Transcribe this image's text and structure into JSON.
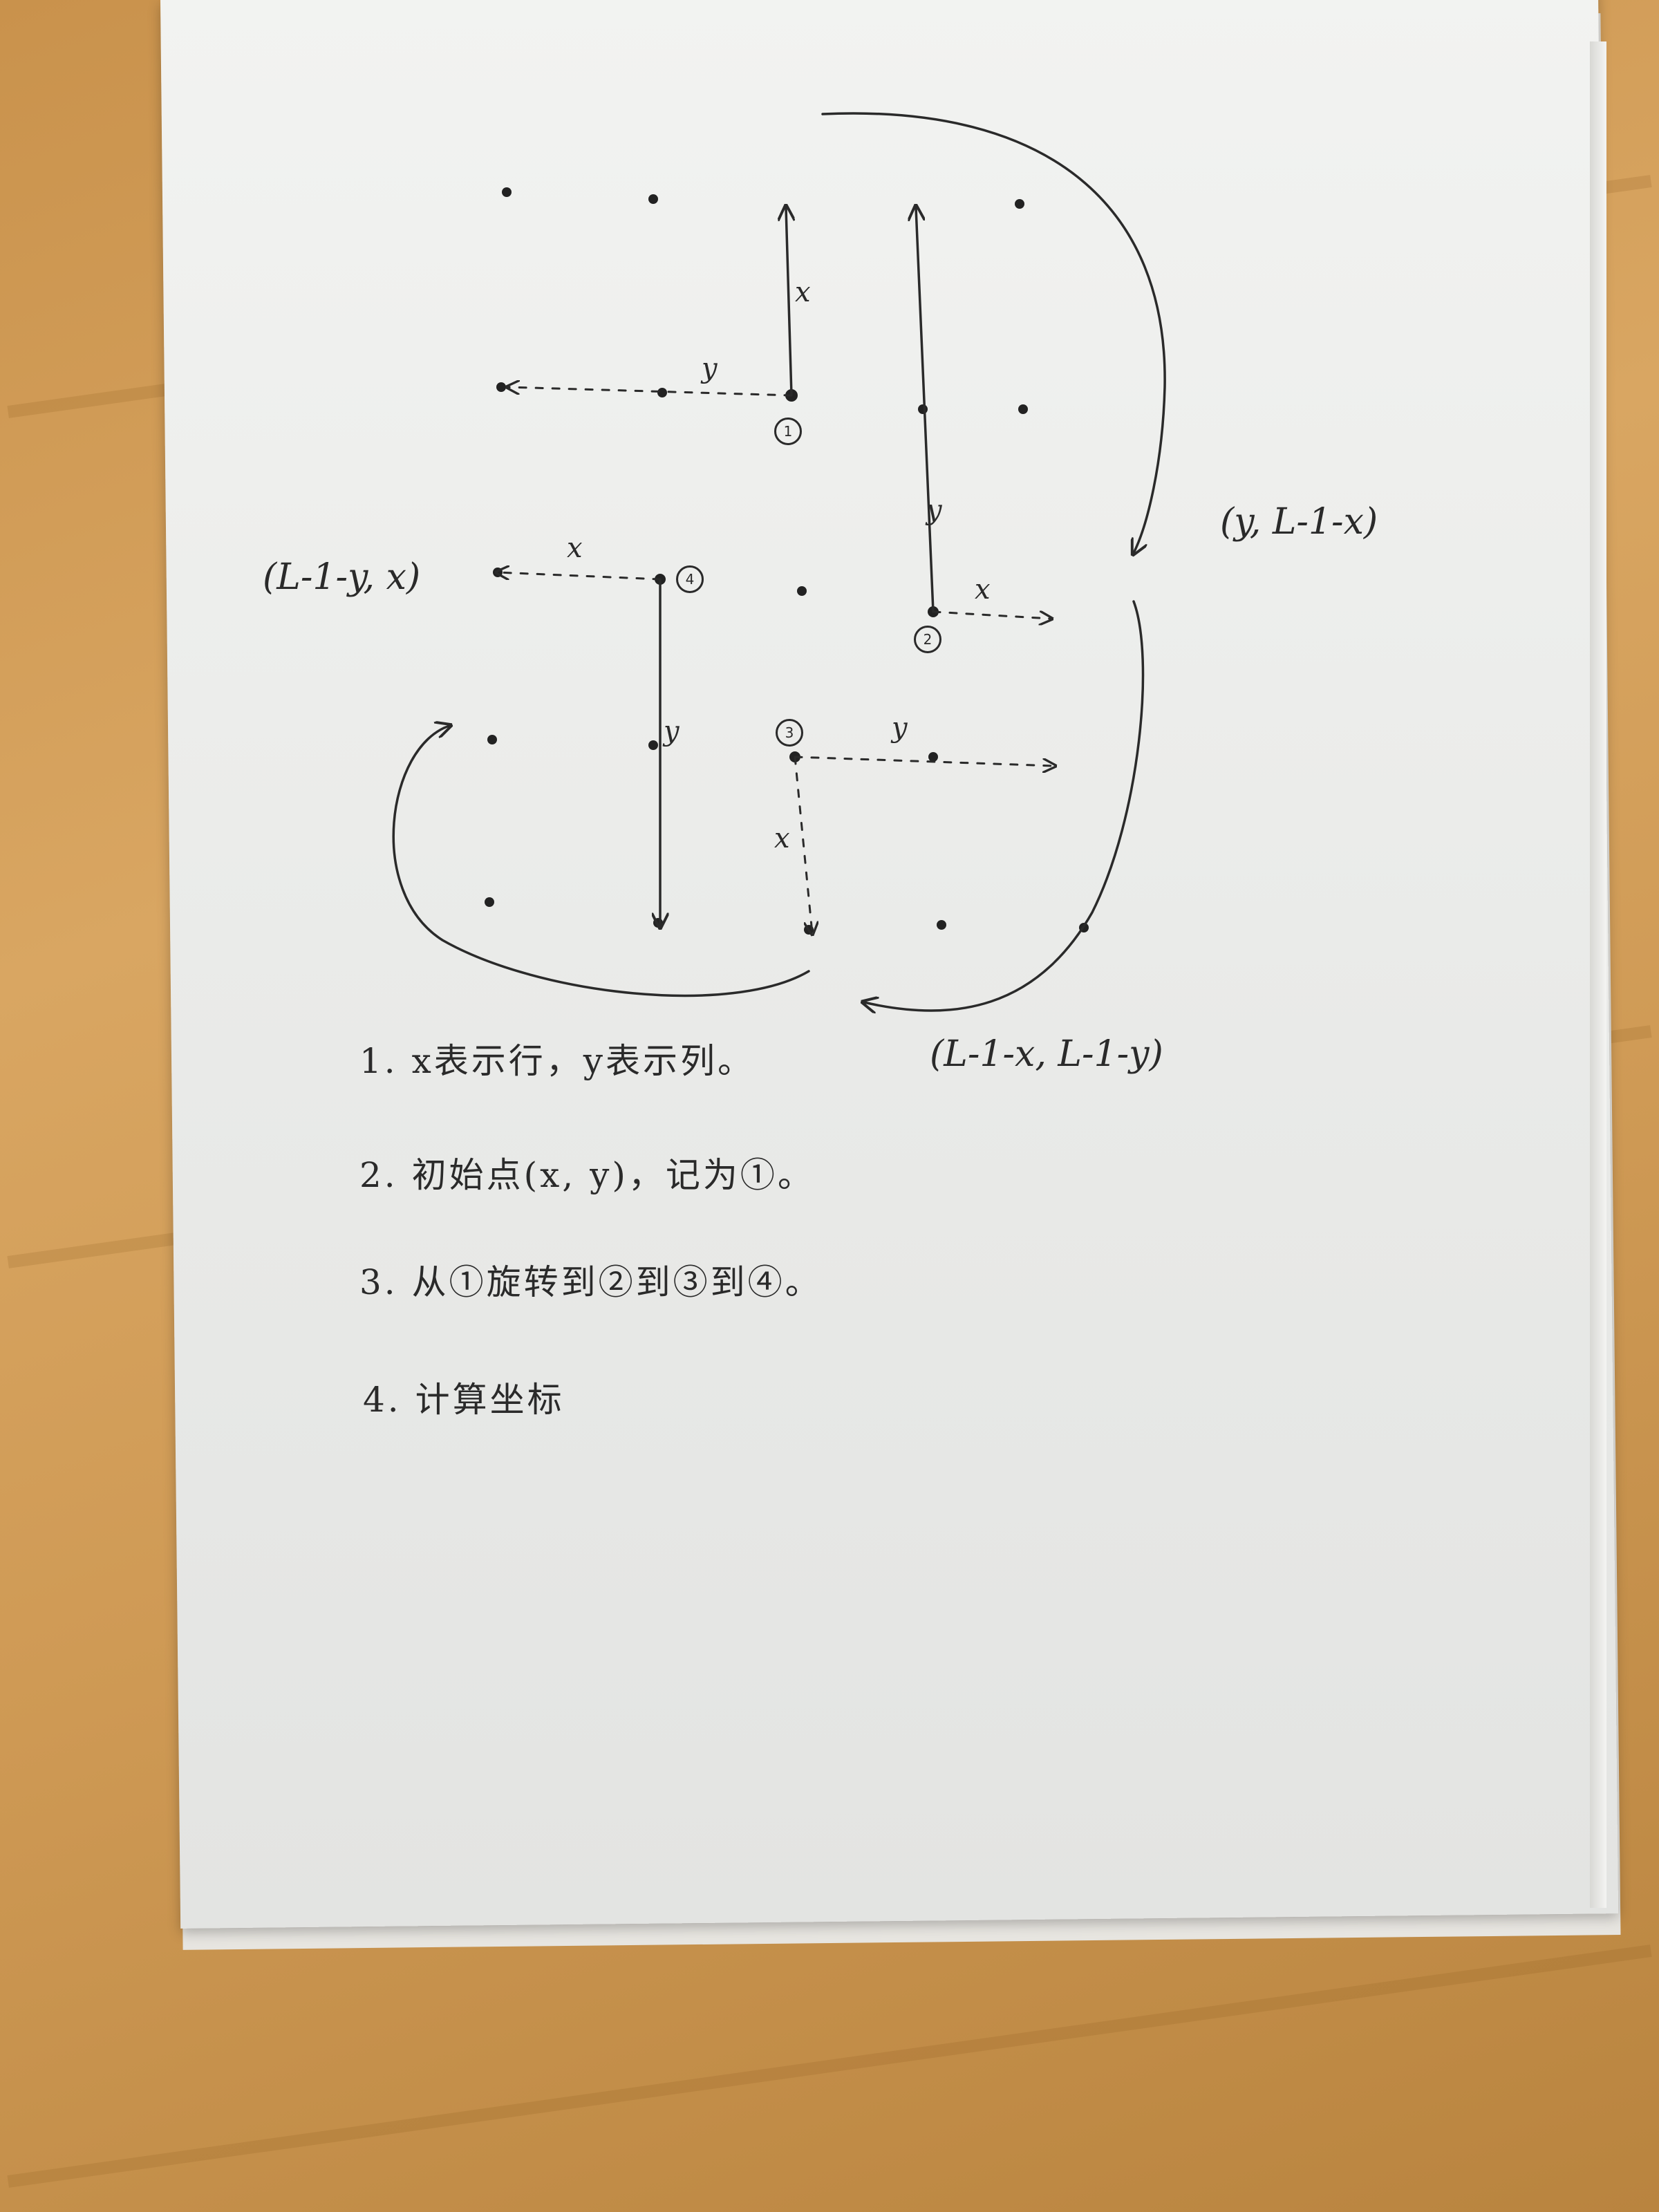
{
  "diagram": {
    "coords": {
      "top_right": "(y, L-1-x)",
      "left": "(L-1-y, x)",
      "bottom_right": "(L-1-x, L-1-y)"
    },
    "edge_labels": {
      "x": "x",
      "y": "y"
    }
  },
  "notes": [
    "1. x表示行，y表示列。",
    "2. 初始点(x, y)，记为①。",
    "3. 从①旋转到②到③到④。",
    "4. 计算坐标"
  ]
}
